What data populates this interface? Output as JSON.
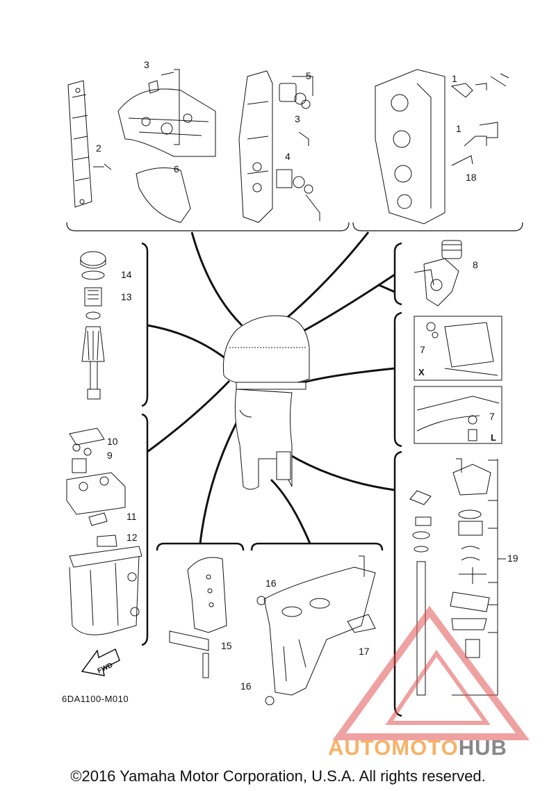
{
  "diagram": {
    "code": "6DA1100-M010",
    "fwd_label": "FWD",
    "corner_labels": {
      "x": "X",
      "l": "L"
    },
    "callouts": {
      "c1a": "1",
      "c1b": "1",
      "c2": "2",
      "c3a": "3",
      "c3b": "3",
      "c4": "4",
      "c5": "5",
      "c6": "6",
      "c7a": "7",
      "c7b": "7",
      "c8": "8",
      "c9": "9",
      "c10": "10",
      "c11": "11",
      "c12": "12",
      "c13": "13",
      "c14": "14",
      "c15": "15",
      "c16a": "16",
      "c16b": "16",
      "c17": "17",
      "c18": "18",
      "c19": "19"
    }
  },
  "watermark": {
    "part1": "AUTOMOTO",
    "part2": "HUB",
    "color_primary": "#f7b267",
    "color_secondary": "#888888",
    "triangle_color": "#e25555"
  },
  "copyright": "©2016 Yamaha Motor Corporation, U.S.A. All rights reserved."
}
